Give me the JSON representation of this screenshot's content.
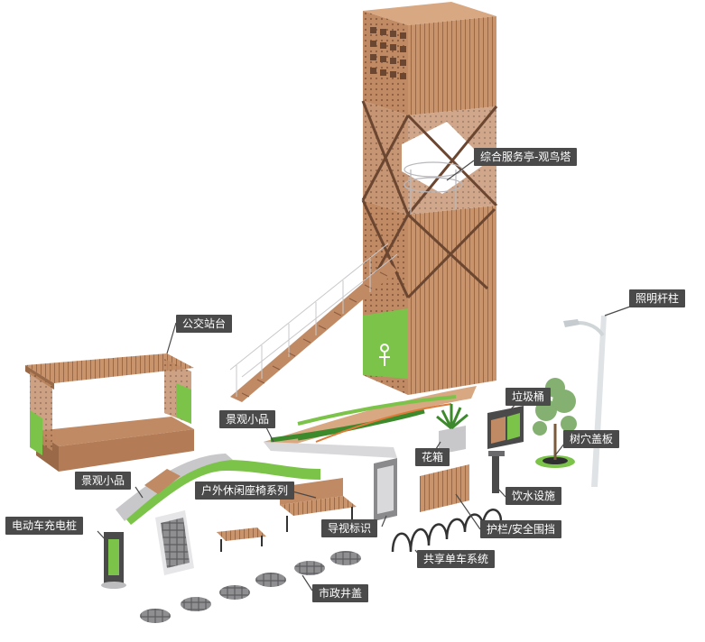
{
  "colors": {
    "wood": "#c08a64",
    "wood_dark": "#9a6a48",
    "wood_light": "#d7a882",
    "green": "#7cc34a",
    "green_dark": "#3d8a2c",
    "steel": "#9a9ca0",
    "dark_metal": "#4a4a4a",
    "label_bg": "#4a4a4a",
    "label_text": "#ffffff"
  },
  "labels": {
    "service_tower": "综合服务亭-观鸟塔",
    "bus_stop": "公交站台",
    "lamp_post": "照明杆柱",
    "trash_bin": "垃圾桶",
    "landscape_feature_1": "景观小品",
    "planter": "花箱",
    "tree_grate": "树穴盖板",
    "landscape_feature_2": "景观小品",
    "outdoor_seating": "户外休闲座椅系列",
    "drinking_fountain": "饮水设施",
    "ev_charger": "电动车充电桩",
    "wayfinding": "导视标识",
    "guardrail": "护栏/安全围挡",
    "bike_sharing": "共享单车系统",
    "manhole_cover": "市政井盖"
  }
}
